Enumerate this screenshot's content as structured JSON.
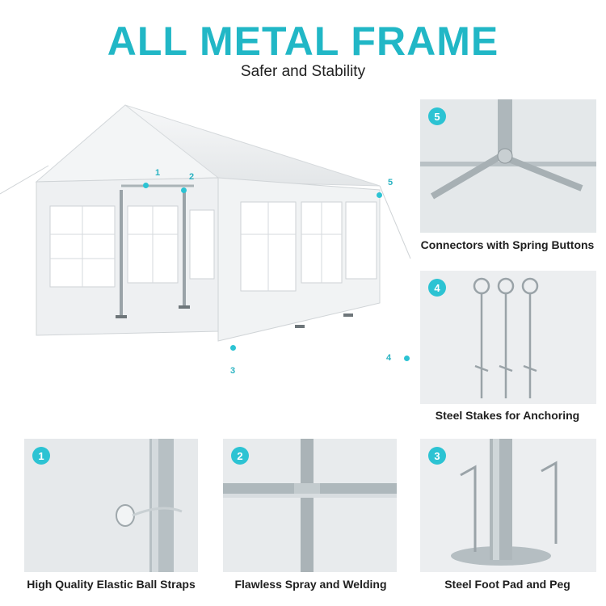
{
  "header": {
    "title": "ALL METAL FRAME",
    "subtitle": "Safer and Stability"
  },
  "main_image": {
    "callouts": [
      "1",
      "2",
      "3",
      "4",
      "5"
    ]
  },
  "features": [
    {
      "number": "5",
      "caption": "Connectors with Spring Buttons"
    },
    {
      "number": "4",
      "caption": "Steel Stakes for Anchoring"
    },
    {
      "number": "1",
      "caption": "High Quality Elastic Ball Straps"
    },
    {
      "number": "2",
      "caption": "Flawless Spray and Welding"
    },
    {
      "number": "3",
      "caption": "Steel Foot Pad and Peg"
    }
  ],
  "colors": {
    "accent": "#21b7c6",
    "badge": "#2cc3d3",
    "panel": "#e9ecee"
  }
}
